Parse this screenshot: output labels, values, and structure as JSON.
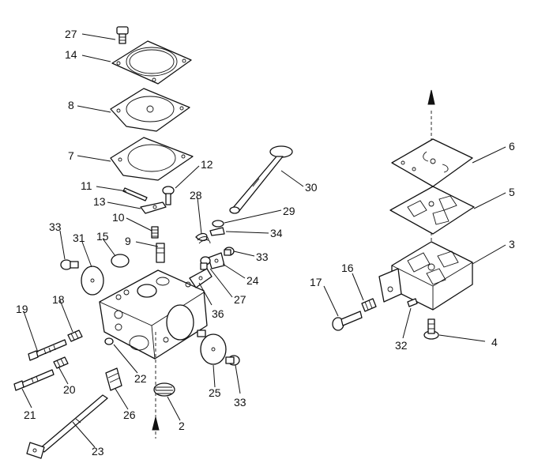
{
  "callouts": [
    {
      "id": "c27a",
      "text": "27"
    },
    {
      "id": "c14",
      "text": "14"
    },
    {
      "id": "c8",
      "text": "8"
    },
    {
      "id": "c7",
      "text": "7"
    },
    {
      "id": "c12",
      "text": "12"
    },
    {
      "id": "c11",
      "text": "11"
    },
    {
      "id": "c13",
      "text": "13"
    },
    {
      "id": "c10",
      "text": "10"
    },
    {
      "id": "c28",
      "text": "28"
    },
    {
      "id": "c30",
      "text": "30"
    },
    {
      "id": "c29",
      "text": "29"
    },
    {
      "id": "c34",
      "text": "34"
    },
    {
      "id": "c33a",
      "text": "33"
    },
    {
      "id": "c31",
      "text": "31"
    },
    {
      "id": "c15",
      "text": "15"
    },
    {
      "id": "c9",
      "text": "9"
    },
    {
      "id": "c33b",
      "text": "33"
    },
    {
      "id": "c24",
      "text": "24"
    },
    {
      "id": "c27b",
      "text": "27"
    },
    {
      "id": "c36",
      "text": "36"
    },
    {
      "id": "c19",
      "text": "19"
    },
    {
      "id": "c18",
      "text": "18"
    },
    {
      "id": "c22",
      "text": "22"
    },
    {
      "id": "c20",
      "text": "20"
    },
    {
      "id": "c21",
      "text": "21"
    },
    {
      "id": "c26",
      "text": "26"
    },
    {
      "id": "c25",
      "text": "25"
    },
    {
      "id": "c33c",
      "text": "33"
    },
    {
      "id": "c2",
      "text": "2"
    },
    {
      "id": "c23",
      "text": "23"
    },
    {
      "id": "c6",
      "text": "6"
    },
    {
      "id": "c5",
      "text": "5"
    },
    {
      "id": "c3",
      "text": "3"
    },
    {
      "id": "c16",
      "text": "16"
    },
    {
      "id": "c17",
      "text": "17"
    },
    {
      "id": "c32",
      "text": "32"
    },
    {
      "id": "c4",
      "text": "4"
    }
  ]
}
